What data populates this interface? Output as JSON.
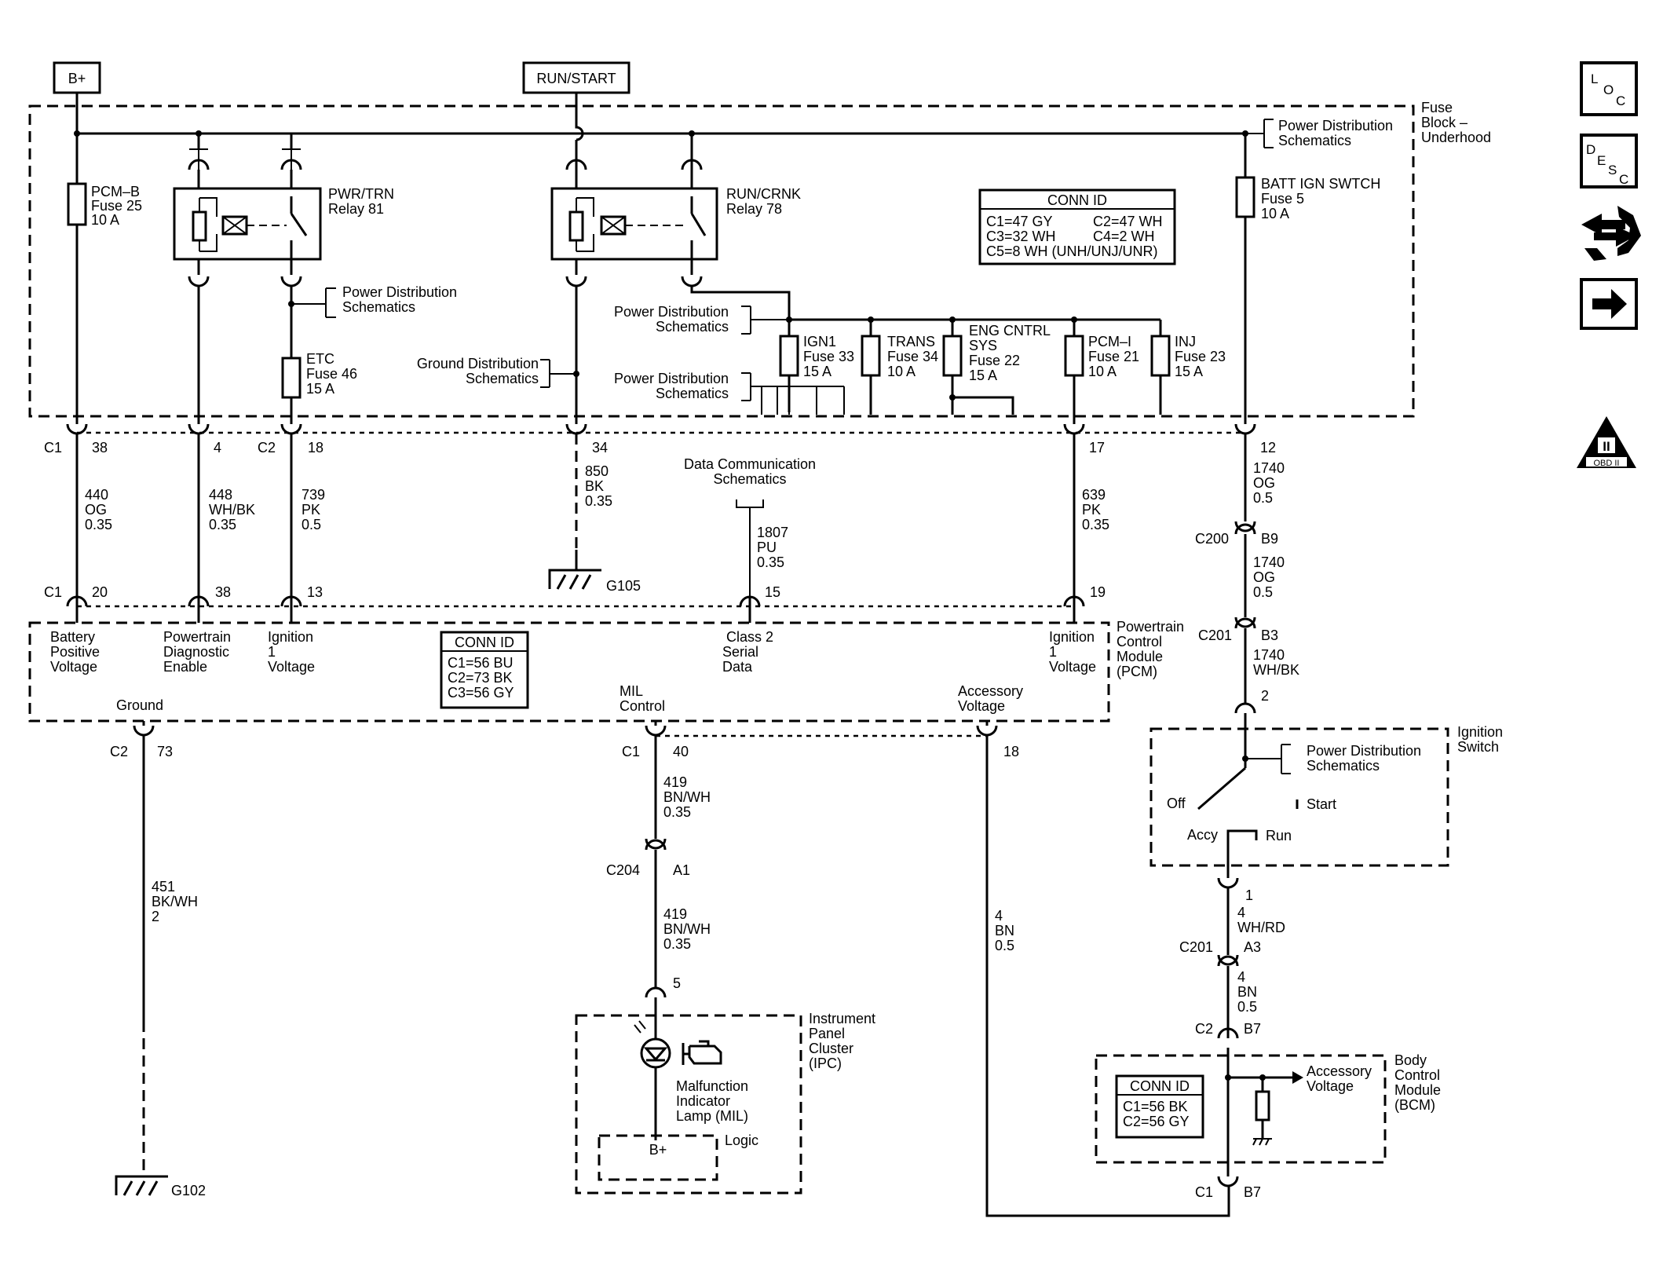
{
  "terminals": {
    "bplus": "B+",
    "runstart": "RUN/START"
  },
  "fuse_block": {
    "name_lines": [
      "Fuse",
      "Block –",
      "Underhood"
    ]
  },
  "relays": {
    "pwr_trn": [
      "PWR/TRN",
      "Relay 81"
    ],
    "run_crnk": [
      "RUN/CRNK",
      "Relay 78"
    ]
  },
  "fuses": {
    "pcm_b": [
      "PCM–B",
      "Fuse 25",
      "10 A"
    ],
    "batt_ign": [
      "BATT IGN SWTCH",
      "Fuse 5",
      "10 A"
    ],
    "etc": [
      "ETC",
      "Fuse 46",
      "15 A"
    ],
    "ign1": [
      "IGN1",
      "Fuse 33",
      "15 A"
    ],
    "trans": [
      "TRANS",
      "Fuse 34",
      "10 A"
    ],
    "eng_cntrl": [
      "ENG CNTRL",
      "SYS",
      "Fuse 22",
      "15 A"
    ],
    "pcm_i": [
      "PCM–I",
      "Fuse 21",
      "10 A"
    ],
    "inj": [
      "INJ",
      "Fuse 23",
      "15 A"
    ]
  },
  "refs": {
    "pds": [
      "Power Distribution",
      "Schematics"
    ],
    "gds": [
      "Ground Distribution",
      "Schematics"
    ],
    "dcs": [
      "Data Communication",
      "Schematics"
    ]
  },
  "conn_fuse": {
    "title": "CONN ID",
    "rows": [
      [
        "C1=47 GY",
        "C2=47 WH"
      ],
      [
        "C3=32 WH",
        "C4=2 WH"
      ],
      [
        "C5=8 WH (UNH/UNJ/UNR)",
        ""
      ]
    ]
  },
  "conn_pcm": {
    "title": "CONN ID",
    "rows": [
      "C1=56 BU",
      "C2=73 BK",
      "C3=56 GY"
    ]
  },
  "conn_bcm": {
    "title": "CONN ID",
    "rows": [
      "C1=56 BK",
      "C2=56 GY"
    ]
  },
  "connectors": {
    "fb_c1": "C1",
    "fb_c1_pin": "38",
    "fb_pin4": "4",
    "fb_c2": "C2",
    "fb_c2_pin": "18",
    "fb_pin34": "34",
    "fb_pin17": "17",
    "fb_pin12": "12",
    "pcm_c1": "C1",
    "pcm_pin20": "20",
    "pcm_pin38": "38",
    "pcm_pin13": "13",
    "pcm_pin15": "15",
    "pcm_pin19": "19",
    "gnd_c2": "C2",
    "gnd_pin73": "73",
    "mil_c1": "C1",
    "mil_pin40": "40",
    "acc_pin18": "18",
    "c200": "C200",
    "b9": "B9",
    "c201a": "C201",
    "b3": "B3",
    "ign_pin2": "2",
    "ign_pin1": "1",
    "c201b": "C201",
    "a3": "A3",
    "bcm_c2": "C2",
    "b7a": "B7",
    "bcm_c1": "C1",
    "b7b": "B7",
    "c204": "C204",
    "a1": "A1",
    "ipc_pin5": "5"
  },
  "wires": {
    "w440": [
      "440",
      "OG",
      "0.35"
    ],
    "w448": [
      "448",
      "WH/BK",
      "0.35"
    ],
    "w739": [
      "739",
      "PK",
      "0.5"
    ],
    "w850": [
      "850",
      "BK",
      "0.35"
    ],
    "w1807": [
      "1807",
      "PU",
      "0.35"
    ],
    "w639": [
      "639",
      "PK",
      "0.35"
    ],
    "w1740a": [
      "1740",
      "OG",
      "0.5"
    ],
    "w1740b": [
      "1740",
      "OG",
      "0.5"
    ],
    "w1740c": [
      "1740",
      "WH/BK"
    ],
    "w451": [
      "451",
      "BK/WH",
      "2"
    ],
    "w419a": [
      "419",
      "BN/WH",
      "0.35"
    ],
    "w419b": [
      "419",
      "BN/WH",
      "0.35"
    ],
    "w4bn_acc": [
      "4",
      "BN",
      "0.5"
    ],
    "w4whrd": [
      "4",
      "WH/RD"
    ],
    "w4bn": [
      "4",
      "BN",
      "0.5"
    ]
  },
  "grounds": {
    "g105": "G105",
    "g102": "G102"
  },
  "pcm": {
    "name": [
      "Powertrain",
      "Control",
      "Module",
      "(PCM)"
    ],
    "bat": [
      "Battery",
      "Positive",
      "Voltage"
    ],
    "diag": [
      "Powertrain",
      "Diagnostic",
      "Enable"
    ],
    "ign1": [
      "Ignition",
      "1",
      "Voltage"
    ],
    "class2": [
      "Class 2",
      "Serial",
      "Data"
    ],
    "ign1b": [
      "Ignition",
      "1",
      "Voltage"
    ],
    "ground": "Ground",
    "mil": [
      "MIL",
      "Control"
    ],
    "acc": [
      "Accessory",
      "Voltage"
    ]
  },
  "ign_switch": {
    "name": [
      "Ignition",
      "Switch"
    ],
    "off": "Off",
    "start": "Start",
    "accy": "Accy",
    "run": "Run"
  },
  "ipc": {
    "name": [
      "Instrument",
      "Panel",
      "Cluster",
      "(IPC)"
    ],
    "lamp": [
      "Malfunction",
      "Indicator",
      "Lamp (MIL)"
    ],
    "logic": "Logic",
    "bplus": "B+"
  },
  "bcm": {
    "name": [
      "Body",
      "Control",
      "Module",
      "(BCM)"
    ],
    "acc": [
      "Accessory",
      "Voltage"
    ]
  },
  "nav": {
    "loc": [
      "L",
      "O",
      "C"
    ],
    "desc": [
      "D",
      "E",
      "S",
      "C"
    ],
    "obd": "OBD II",
    "obd_roman": "II"
  }
}
